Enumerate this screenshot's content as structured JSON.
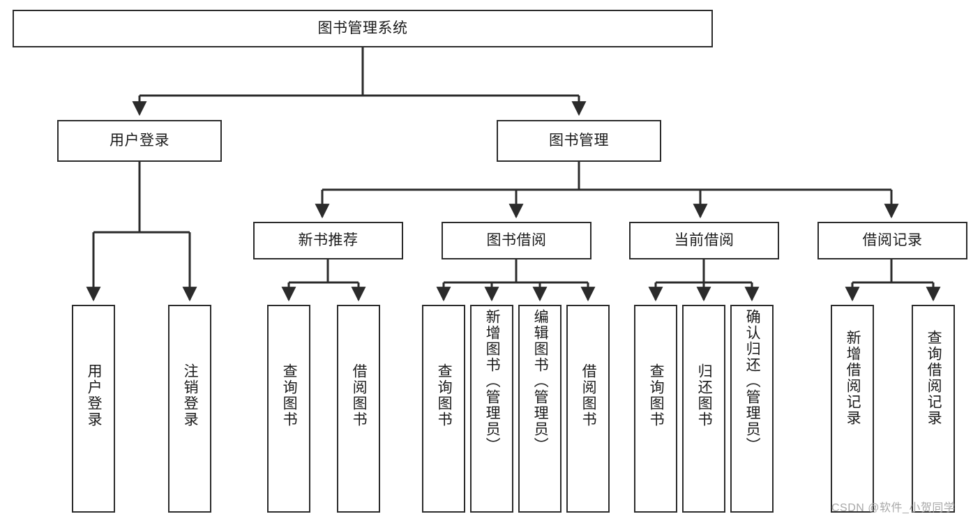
{
  "diagram": {
    "title": "图书管理系统",
    "type": "tree",
    "colors": {
      "node_border": "#2b2b2b",
      "node_fill": "#ffffff",
      "edge": "#2b2b2b",
      "text": "#1a1a1a",
      "watermark": "#a8a8a8"
    },
    "root": {
      "label": "图书管理系统"
    },
    "level1": [
      {
        "label": "用户登录"
      },
      {
        "label": "图书管理"
      }
    ],
    "level2": [
      {
        "label": "新书推荐"
      },
      {
        "label": "图书借阅"
      },
      {
        "label": "当前借阅"
      },
      {
        "label": "借阅记录"
      }
    ],
    "leaves": {
      "user_login": [
        {
          "label": "用户登录"
        },
        {
          "label": "注销登录"
        }
      ],
      "new_book": [
        {
          "label": "查询图书"
        },
        {
          "label": "借阅图书"
        }
      ],
      "book_borrow": [
        {
          "label": "查询图书"
        },
        {
          "label": "新增图书（管理员）"
        },
        {
          "label": "编辑图书（管理员）"
        },
        {
          "label": "借阅图书"
        }
      ],
      "current_borrow": [
        {
          "label": "查询图书"
        },
        {
          "label": "归还图书"
        },
        {
          "label": "确认归还（管理员）"
        }
      ],
      "borrow_record": [
        {
          "label": "新增借阅记录"
        },
        {
          "label": "查询借阅记录"
        }
      ]
    }
  },
  "watermark": {
    "text": "CSDN @软件_小贺同学"
  }
}
